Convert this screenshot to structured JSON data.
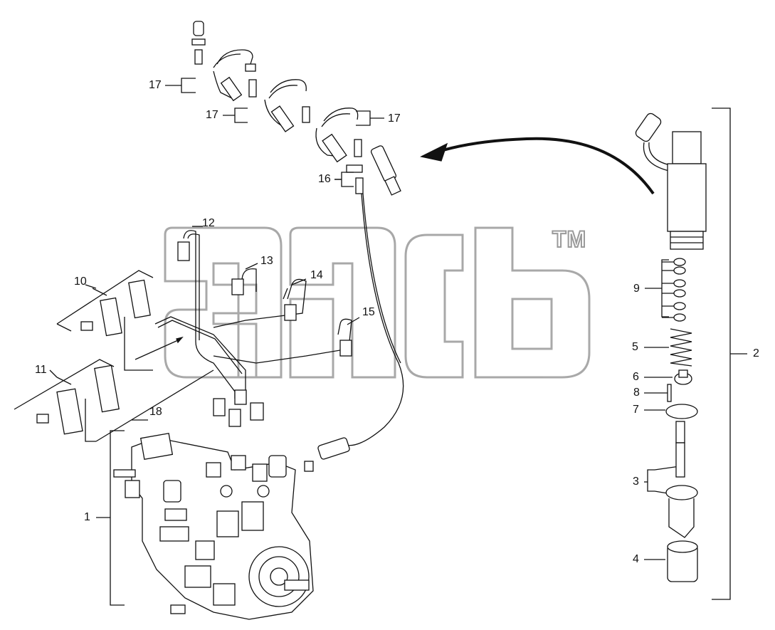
{
  "diagram": {
    "callouts": {
      "c1": "1",
      "c2": "2",
      "c3": "3",
      "c4": "4",
      "c5": "5",
      "c6": "6",
      "c7": "7",
      "c8": "8",
      "c9": "9",
      "c10": "10",
      "c11": "11",
      "c12": "12",
      "c13": "13",
      "c14": "14",
      "c15": "15",
      "c16": "16",
      "c17a": "17",
      "c17b": "17",
      "c17c": "17",
      "c18": "18"
    },
    "watermark": {
      "trademark": "TM"
    },
    "colors": {
      "line": "#111111",
      "watermark_stroke": "#9a9a9a",
      "background": "#ffffff"
    }
  }
}
